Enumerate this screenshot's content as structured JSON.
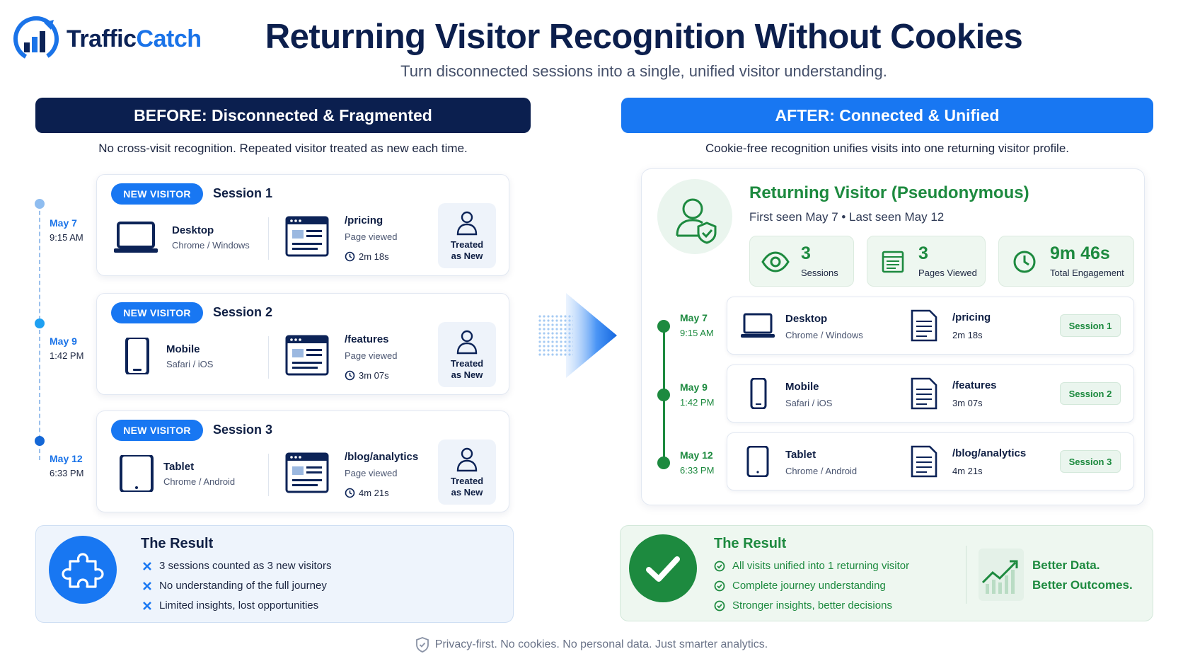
{
  "header": {
    "logo_part1": "Traffic",
    "logo_part2": "Catch",
    "title": "Returning Visitor Recognition Without Cookies",
    "subtitle": "Turn disconnected sessions into a single, unified visitor understanding."
  },
  "before": {
    "banner": "BEFORE: Disconnected & Fragmented",
    "description": "No cross-visit recognition. Repeated visitor treated as new each time.",
    "sessions": [
      {
        "date": "May 7",
        "time": "9:15 AM",
        "badge": "NEW VISITOR",
        "title": "Session 1",
        "device_icon": "laptop-icon",
        "device": "Desktop",
        "device_sub": "Chrome / Windows",
        "page": "/pricing",
        "page_label": "Page viewed",
        "duration": "2m 18s",
        "treated_line1": "Treated",
        "treated_line2": "as New"
      },
      {
        "date": "May 9",
        "time": "1:42 PM",
        "badge": "NEW VISITOR",
        "title": "Session 2",
        "device_icon": "phone-icon",
        "device": "Mobile",
        "device_sub": "Safari / iOS",
        "page": "/features",
        "page_label": "Page viewed",
        "duration": "3m 07s",
        "treated_line1": "Treated",
        "treated_line2": "as New"
      },
      {
        "date": "May 12",
        "time": "6:33 PM",
        "badge": "NEW VISITOR",
        "title": "Session 3",
        "device_icon": "tablet-icon",
        "device": "Tablet",
        "device_sub": "Chrome / Android",
        "page": "/blog/analytics",
        "page_label": "Page viewed",
        "duration": "4m 21s",
        "treated_line1": "Treated",
        "treated_line2": "as New"
      }
    ],
    "result": {
      "title": "The Result",
      "items": [
        "3 sessions counted as 3 new visitors",
        "No understanding of the full journey",
        "Limited insights, lost opportunities"
      ]
    }
  },
  "after": {
    "banner": "AFTER: Connected & Unified",
    "description": "Cookie-free recognition unifies visits into one returning visitor profile.",
    "profile": {
      "title": "Returning Visitor (Pseudonymous)",
      "subtitle": "First seen May 7 • Last seen May 12",
      "stats": [
        {
          "icon": "eye-icon",
          "value": "3",
          "label": "Sessions"
        },
        {
          "icon": "pages-icon",
          "value": "3",
          "label": "Pages Viewed"
        },
        {
          "icon": "clock-icon",
          "value": "9m 46s",
          "label": "Total Engagement"
        }
      ]
    },
    "sessions": [
      {
        "date": "May 7",
        "time": "9:15 AM",
        "device": "Desktop",
        "device_sub": "Chrome / Windows",
        "page": "/pricing",
        "duration": "2m 18s",
        "badge": "Session 1"
      },
      {
        "date": "May 9",
        "time": "1:42 PM",
        "device": "Mobile",
        "device_sub": "Safari / iOS",
        "page": "/features",
        "duration": "3m 07s",
        "badge": "Session 2"
      },
      {
        "date": "May 12",
        "time": "6:33 PM",
        "device": "Tablet",
        "device_sub": "Chrome / Android",
        "page": "/blog/analytics",
        "duration": "4m 21s",
        "badge": "Session 3"
      }
    ],
    "result": {
      "title": "The Result",
      "items": [
        "All visits unified into 1 returning visitor",
        "Complete journey understanding",
        "Stronger insights, better decisions"
      ],
      "tagline1": "Better Data.",
      "tagline2": "Better Outcomes."
    }
  },
  "footer": "Privacy-first. No cookies. No personal data. Just smarter analytics.",
  "colors": {
    "navy": "#0b1f4f",
    "blue": "#1877f2",
    "green": "#1d8a3f"
  }
}
